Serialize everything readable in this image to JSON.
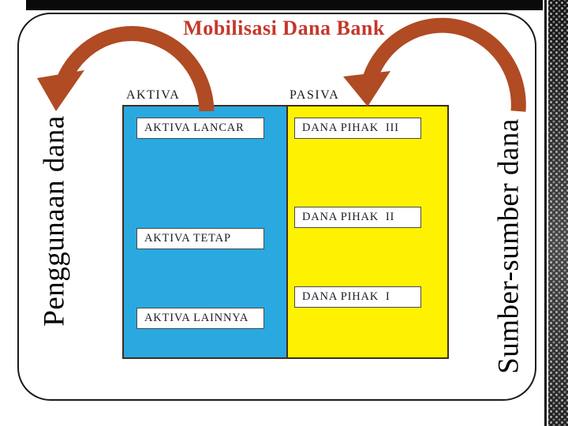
{
  "slide": {
    "title": "Mobilisasi Dana Bank",
    "left_flow_label": "Penggunaan dana",
    "right_flow_label": "Sumber-sumber dana",
    "aktiva": {
      "header": "AKTIVA",
      "items": [
        "AKTIVA LANCAR",
        "AKTIVA TETAP",
        "AKTIVA LAINNYA"
      ]
    },
    "pasiva": {
      "header": "PASIVA",
      "items": [
        "DANA PIHAK  III",
        "DANA PIHAK  II",
        "DANA PIHAK  I"
      ]
    },
    "colors": {
      "title_red": "#c5372a",
      "arrow_rust": "#b04b24",
      "aktiva_blue": "#29a9e0",
      "pasiva_yellow": "#fff200"
    }
  }
}
